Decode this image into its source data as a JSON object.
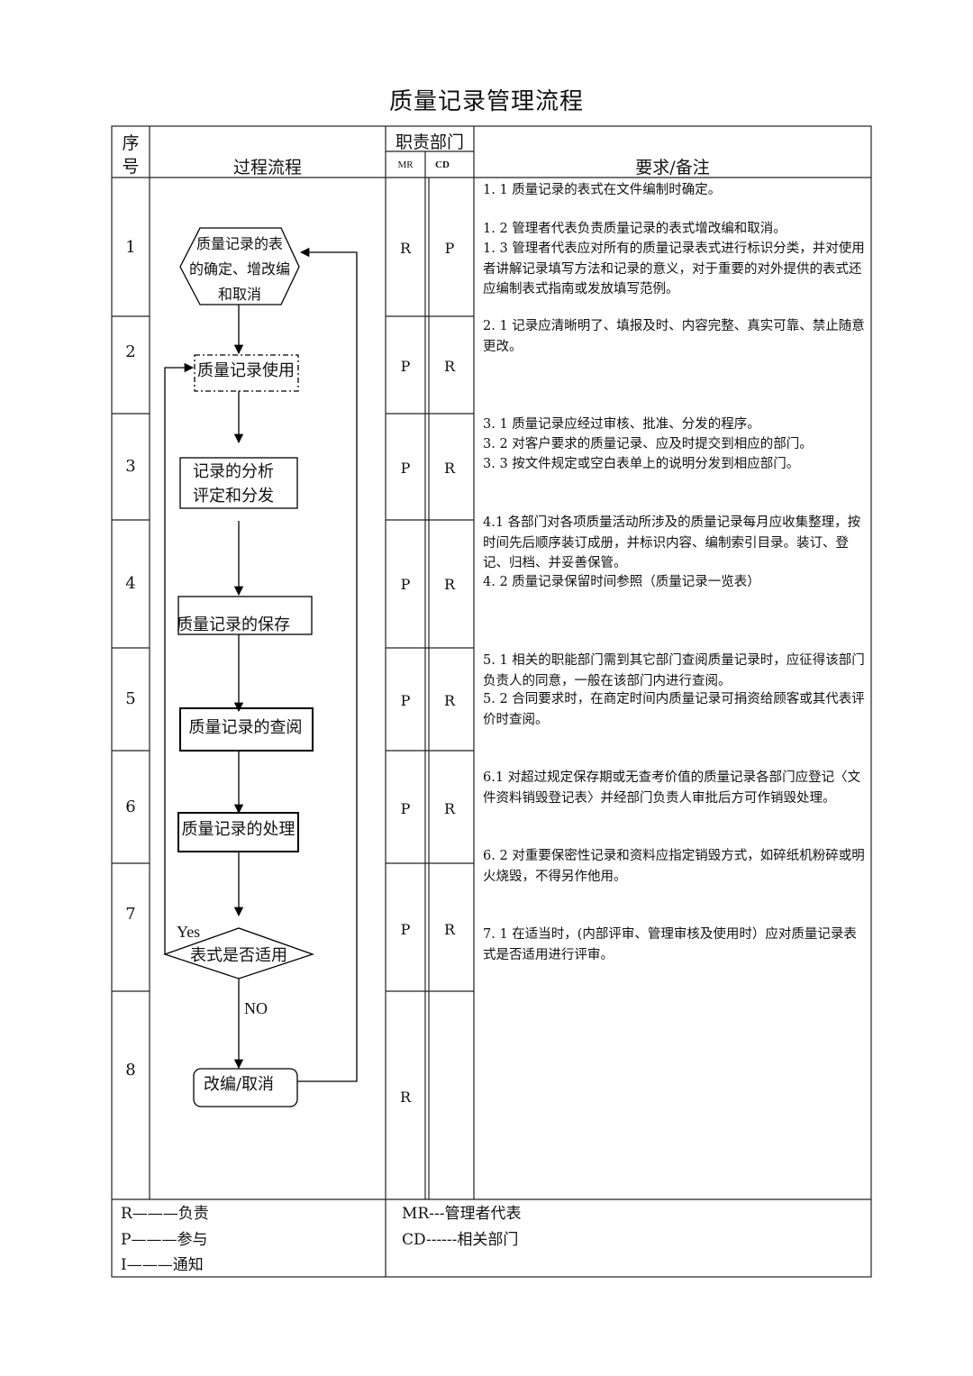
{
  "title": "质量记录管理流程",
  "header": {
    "seq_top": "序",
    "seq_bottom": "号",
    "process": "过程流程",
    "dept": "职责部门",
    "mr": "MR",
    "cd": "CD",
    "notes": "要求/备注"
  },
  "rows": [
    {
      "num": "1",
      "mr": "R",
      "cd": "P"
    },
    {
      "num": "2",
      "mr": "P",
      "cd": "R"
    },
    {
      "num": "3",
      "mr": "P",
      "cd": "R"
    },
    {
      "num": "4",
      "mr": "P",
      "cd": "R"
    },
    {
      "num": "5",
      "mr": "P",
      "cd": "R"
    },
    {
      "num": "6",
      "mr": "P",
      "cd": "R"
    },
    {
      "num": "7",
      "mr": "P",
      "cd": "R"
    },
    {
      "num": "8",
      "mr": "R",
      "cd": ""
    }
  ],
  "flow": {
    "n1": [
      "质量记录的表",
      "的确定、增改编",
      "和取消"
    ],
    "n2": "质量记录使用",
    "n3": [
      "记录的分析",
      "评定和分发"
    ],
    "n4": "质量记录的保存",
    "n5": "质量记录的查阅",
    "n6": "质量记录的处理",
    "n7": "表式是否适用",
    "yes": "Yes",
    "no": "NO",
    "n8": "改编/取消"
  },
  "notes": {
    "r1a": "1. 1 质量记录的表式在文件编制时确定。",
    "r1b": "1. 2 管理者代表负责质量记录的表式增改编和取消。",
    "r1c": "1. 3 管理者代表应对所有的质量记录表式进行标识分类，并对使用者讲解记录填写方法和记录的意义，对于重要的对外提供的表式还应编制表式指南或发放填写范例。",
    "r2a": "2. 1 记录应清晰明了、填报及时、内容完整、真实可靠、禁止随意更改。",
    "r3a": "3. 1 质量记录应经过审核、批准、分发的程序。",
    "r3b": "3. 2 对客户要求的质量记录、应及时提交到相应的部门。",
    "r3c": "3. 3 按文件规定或空白表单上的说明分发到相应部门。",
    "r4a": "4.1 各部门对各项质量活动所涉及的质量记录每月应收集整理，按时间先后顺序装订成册，并标识内容、编制索引目录。装订、登记、归档、并妥善保管。",
    "r4b": "4. 2 质量记录保留时间参照（质量记录一览表）",
    "r5a": "5. 1 相关的职能部门需到其它部门查阅质量记录时，应征得该部门负责人的同意，一般在该部门内进行查阅。",
    "r5b": "5. 2 合同要求时，在商定时间内质量记录可捐资给顾客或其代表评价时查阅。",
    "r6a": "6.1 对超过规定保存期或无查考价值的质量记录各部门应登记〈文件资料销毁登记表〉并经部门负责人审批后方可作销毁处理。",
    "r6b": "6. 2 对重要保密性记录和资料应指定销毁方式，如碎纸机粉碎或明火烧毁，不得另作他用。",
    "r7a": "7. 1 在适当时，(内部评审、管理审核及使用时）应对质量记录表式是否适用进行评审。"
  },
  "legend": {
    "r": "R———负责",
    "p": "P———参与",
    "i": "I———通知",
    "mr": "MR---管理者代表",
    "cd": "CD------相关部门"
  }
}
